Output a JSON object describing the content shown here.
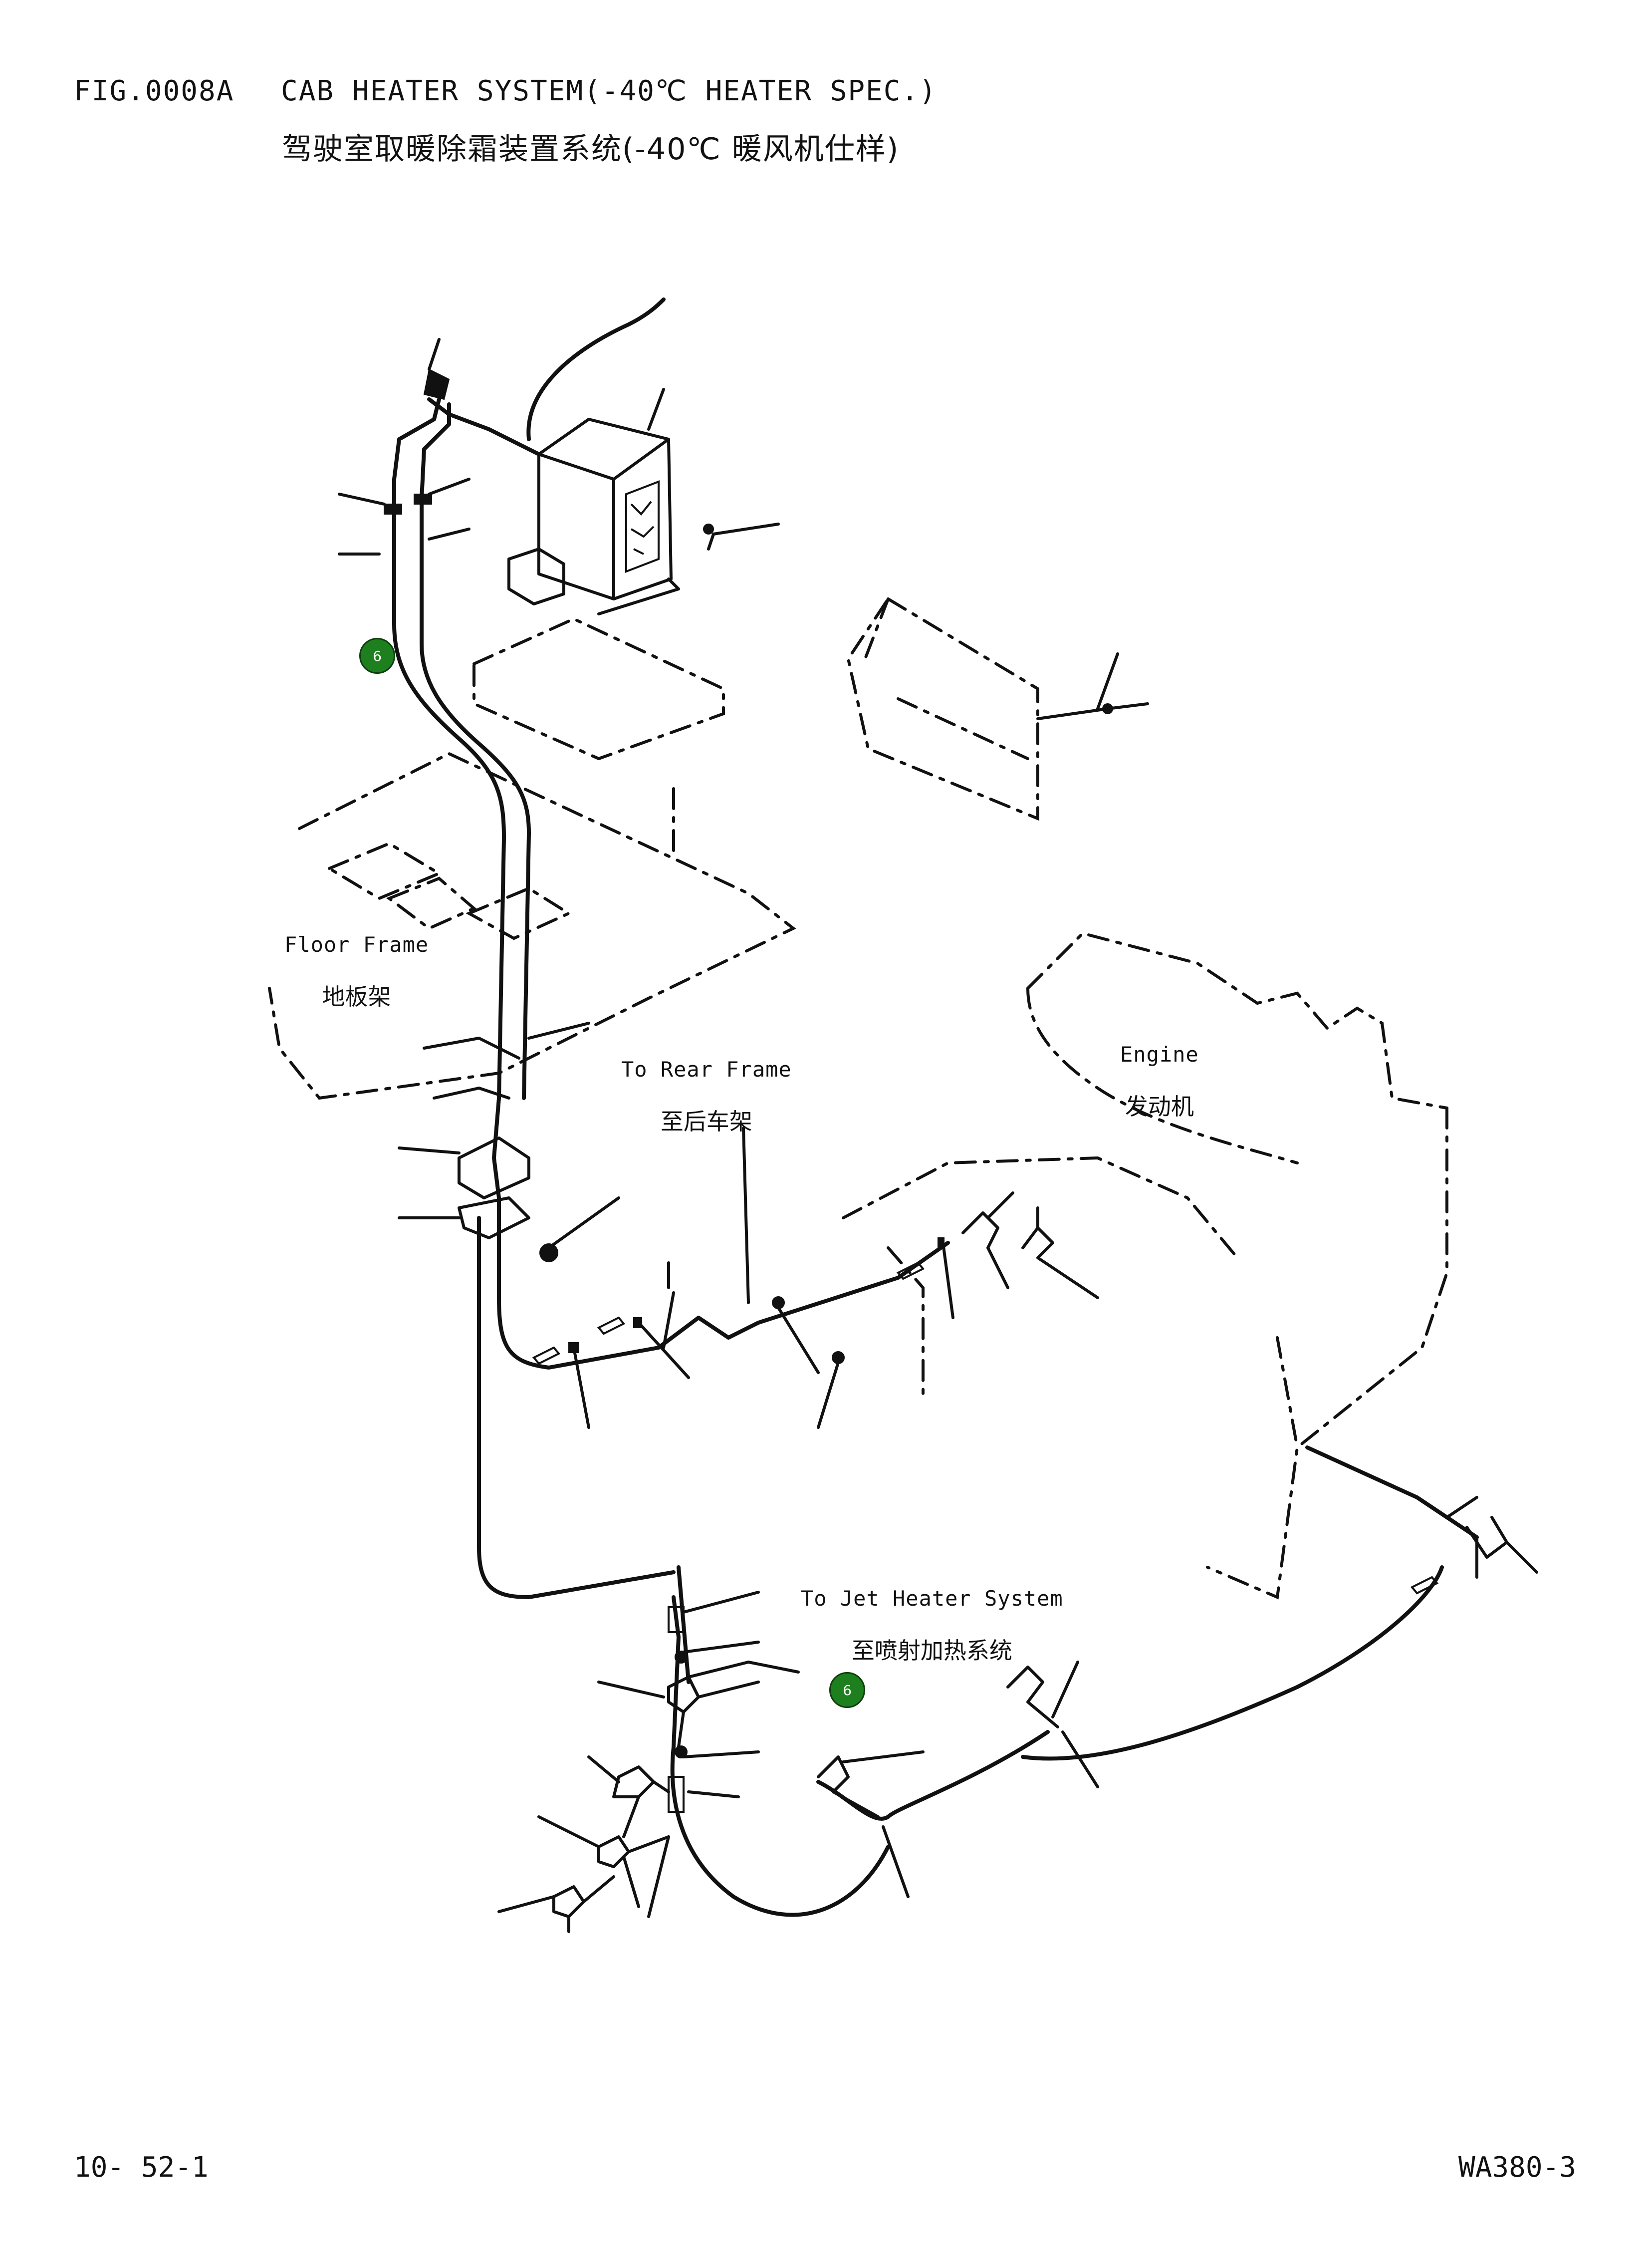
{
  "header": {
    "fig_code": "FIG.0008A",
    "title_en": "CAB HEATER SYSTEM(-40℃ HEATER SPEC.)",
    "title_cn": "驾驶室取暖除霜装置系统(-40℃ 暖风机仕样)"
  },
  "labels": {
    "floor_frame": {
      "en": "Floor Frame",
      "cn": "地板架"
    },
    "rear_frame": {
      "en": "To Rear Frame",
      "cn": "至后车架"
    },
    "engine": {
      "en": "Engine",
      "cn": "发动机"
    },
    "jet_heater": {
      "en": "To Jet Heater System",
      "cn": "至喷射加热系统"
    }
  },
  "callouts": [
    {
      "number": "6",
      "color": "#1e7f1e"
    },
    {
      "number": "6",
      "color": "#1e7f1e"
    }
  ],
  "footer": {
    "page_number": "10- 52-1",
    "model": "WA380-3"
  }
}
